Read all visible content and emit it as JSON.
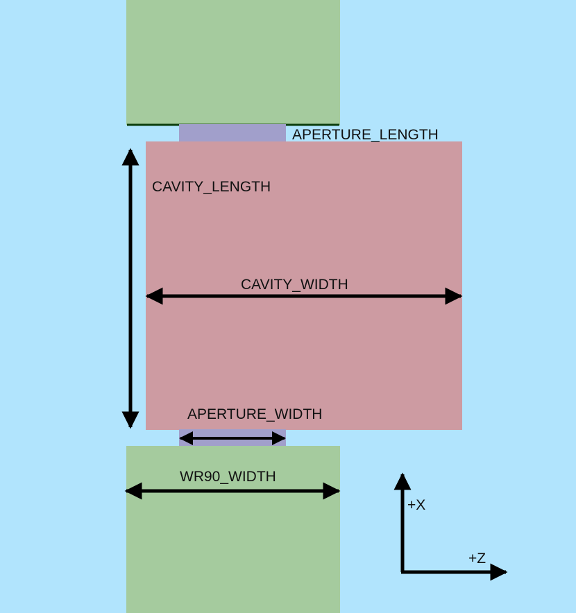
{
  "colors": {
    "background": "#b1e4fd",
    "waveguide": "#a5cb9e",
    "cavity": "#cd9ba2",
    "aperture": "#a19fcb",
    "edge": "#0b3d0b",
    "arrow": "#000000"
  },
  "labels": {
    "aperture_length": "APERTURE_LENGTH",
    "cavity_length": "CAVITY_LENGTH",
    "cavity_width": "CAVITY_WIDTH",
    "aperture_width": "APERTURE_WIDTH",
    "wr90_width": "WR90_WIDTH",
    "axis_x": "+X",
    "axis_z": "+Z"
  }
}
